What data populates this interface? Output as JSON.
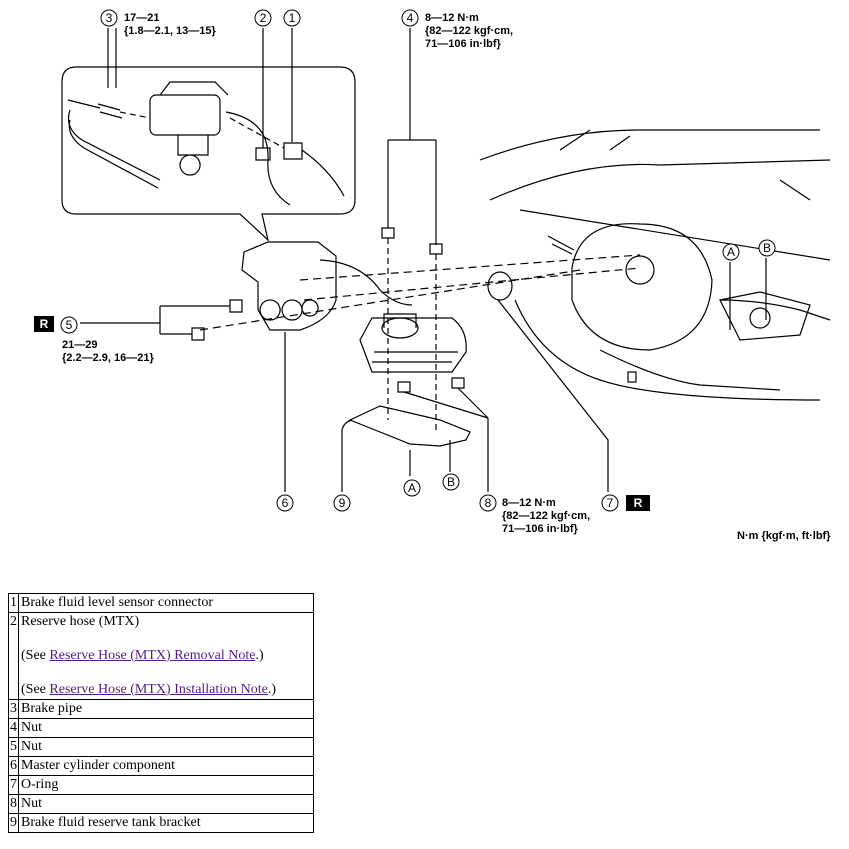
{
  "callouts": {
    "c3": {
      "num": "3",
      "line1": "17—21",
      "line2": "{1.8—2.1, 13—15}"
    },
    "c2": {
      "num": "2"
    },
    "c1": {
      "num": "1"
    },
    "c4": {
      "num": "4",
      "line1": "8—12 N·m",
      "line2": "{82—122 kgf·cm,",
      "line3": "71—106 in·lbf}"
    },
    "c5": {
      "num": "5",
      "badge": "R",
      "line1": "21—29",
      "line2": "{2.2—2.9, 16—21}"
    },
    "c6": {
      "num": "6"
    },
    "c9": {
      "num": "9"
    },
    "c8": {
      "num": "8",
      "line1": "8—12 N·m",
      "line2": "{82—122 kgf·cm,",
      "line3": "71—106 in·lbf}"
    },
    "c7": {
      "num": "7",
      "badge": "R"
    },
    "ref_a": "A",
    "ref_b": "B"
  },
  "units_label": "N·m {kgf·m, ft·lbf}",
  "parts": [
    {
      "no": "1",
      "name": "Brake fluid level sensor connector"
    },
    {
      "no": "2",
      "name": "Reserve hose (MTX)",
      "notes": [
        {
          "prefix": "(See ",
          "link": "Reserve Hose (MTX) Removal Note",
          "suffix": ".)"
        },
        {
          "prefix": "(See ",
          "link": "Reserve Hose (MTX) Installation Note",
          "suffix": ".)"
        }
      ]
    },
    {
      "no": "3",
      "name": "Brake pipe"
    },
    {
      "no": "4",
      "name": "Nut"
    },
    {
      "no": "5",
      "name": "Nut"
    },
    {
      "no": "6",
      "name": "Master cylinder component"
    },
    {
      "no": "7",
      "name": "O-ring"
    },
    {
      "no": "8",
      "name": "Nut"
    },
    {
      "no": "9",
      "name": "Brake fluid reserve tank bracket"
    }
  ]
}
